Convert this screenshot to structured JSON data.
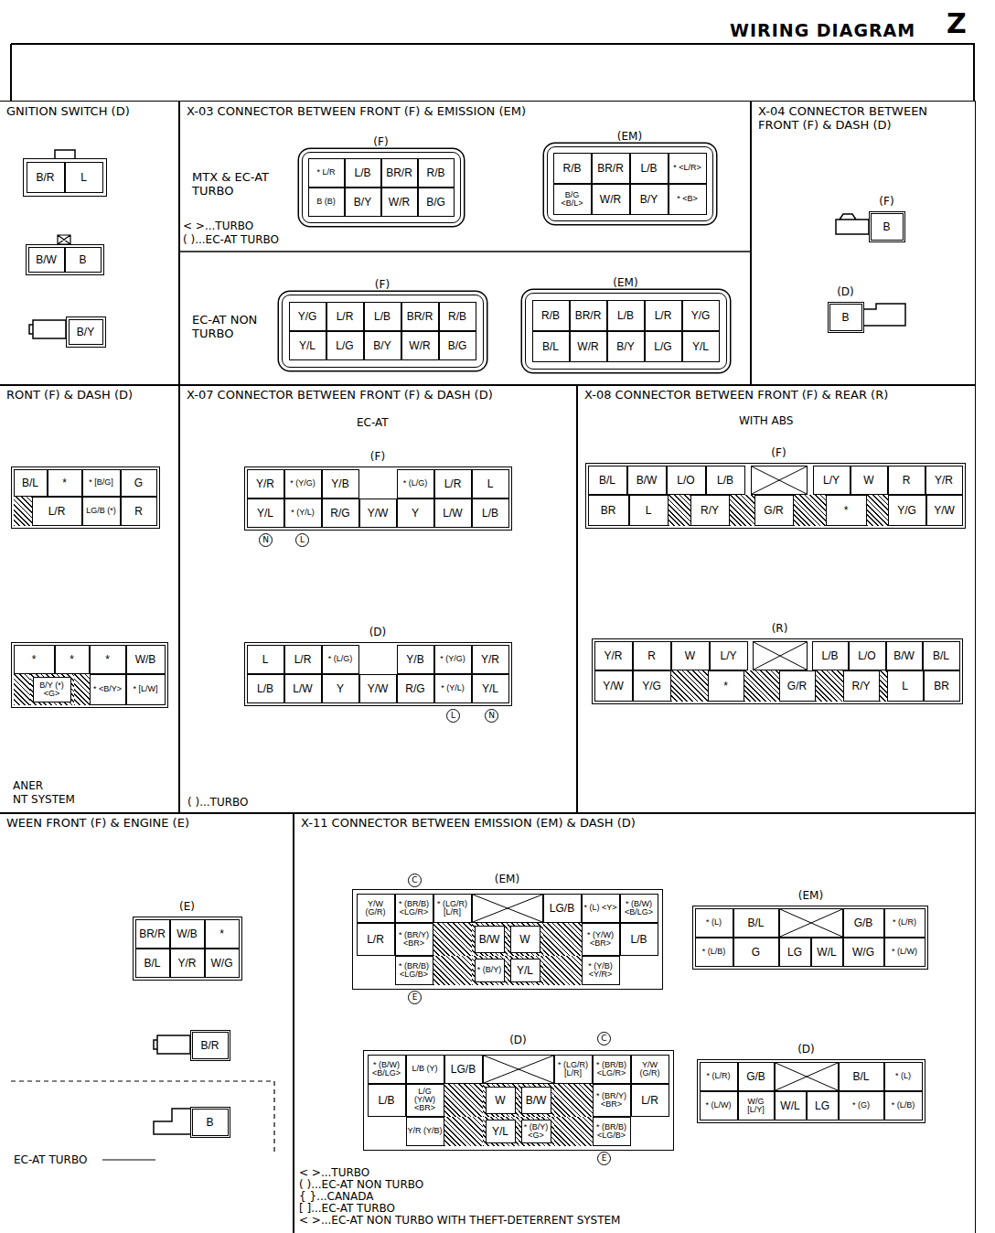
{
  "diagram": {
    "title": "WIRING DIAGRAM",
    "nodes": [
      {
        "text": [
          "GNITION SWITCH (D)"
        ]
      },
      {
        "text": [
          "B/R",
          "L"
        ],
        "in": 0
      },
      {
        "text": [
          "B/W",
          "B"
        ],
        "in": 0
      },
      {
        "text": [
          "B/Y"
        ],
        "in": 0
      },
      {
        "text": [
          "X-03 CONNECTOR BETWEEN FRONT (F) & EMISSION (EM)"
        ]
      },
      {
        "text": [
          "(F)",
          "* L/R",
          "L/B",
          "BR/R",
          "R/B",
          "B (B)",
          "B/Y",
          "W/R",
          "B/G"
        ],
        "in": 4
      },
      {
        "text": [
          "(EM)",
          "R/B",
          "BR/R",
          "L/B",
          "* <L/R>",
          "B/G <B/L>",
          "W/R",
          "B/Y",
          "* <B>"
        ],
        "in": 4
      },
      {
        "text": [
          "(F)",
          "Y/G",
          "L/R",
          "L/B",
          "BR/R",
          "R/B",
          "Y/L",
          "L/G",
          "B/Y",
          "W/R",
          "B/G"
        ],
        "in": 4
      },
      {
        "text": [
          "(EM)",
          "R/B",
          "BR/R",
          "L/B",
          "L/R",
          "Y/G",
          "B/L",
          "W/R",
          "B/Y",
          "L/G",
          "Y/L"
        ],
        "in": 4
      },
      {
        "text": [
          "X-04 CONNECTOR BETWEEN FRONT (F) & DASH (D)"
        ]
      },
      {
        "text": [
          "(F)",
          "B"
        ],
        "in": 9
      },
      {
        "text": [
          "(D)",
          "B"
        ],
        "in": 9
      },
      {
        "text": [
          "RONT (F) & DASH (D)"
        ]
      },
      {
        "text": [
          "B/L",
          "*",
          "* [B/G]",
          "G",
          "L/R",
          "LG/B (*)",
          "R"
        ],
        "in": 12
      },
      {
        "text": [
          "*",
          "*",
          "*",
          "W/B",
          "B/Y (*) <G>",
          "* <B/Y>",
          "* [L/W]"
        ],
        "in": 12
      },
      {
        "text": [
          "X-07 CONNECTOR BETWEEN FRONT (F) & DASH (D)"
        ]
      },
      {
        "text": [
          "(F)",
          "Y/R",
          "* (Y/G)",
          "Y/B",
          "* (L/G)",
          "L/R",
          "L",
          "Y/L",
          "* (Y/L)",
          "R/G",
          "Y/W",
          "Y",
          "L/W",
          "L/B"
        ],
        "in": 15
      },
      {
        "text": [
          "(D)",
          "L",
          "L/R",
          "* (L/G)",
          "Y/B",
          "* (Y/G)",
          "Y/R",
          "L/B",
          "L/W",
          "Y",
          "Y/W",
          "R/G",
          "* (Y/L)",
          "Y/L"
        ],
        "in": 15
      },
      {
        "text": [
          "X-08 CONNECTOR BETWEEN FRONT (F) & REAR (R)"
        ]
      },
      {
        "text": [
          "(F)",
          "B/L",
          "B/W",
          "L/O",
          "L/B",
          "L/Y",
          "W",
          "R",
          "Y/R",
          "BR",
          "L",
          "R/Y",
          "G/R",
          "*",
          "Y/G",
          "Y/W"
        ],
        "in": 18
      },
      {
        "text": [
          "(R)",
          "Y/R",
          "R",
          "W",
          "L/Y",
          "L/B",
          "L/O",
          "B/W",
          "B/L",
          "Y/W",
          "Y/G",
          "*",
          "G/R",
          "R/Y",
          "L",
          "BR"
        ],
        "in": 18
      },
      {
        "text": [
          "WEEN FRONT (F) & ENGINE (E)"
        ]
      },
      {
        "text": [
          "(E)",
          "BR/R",
          "W/B",
          "*",
          "B/L",
          "Y/R",
          "W/G"
        ],
        "in": 21
      },
      {
        "text": [
          "B/R"
        ],
        "in": 21
      },
      {
        "text": [
          "B"
        ],
        "in": 21
      },
      {
        "text": [
          "X-11 CONNECTOR BETWEEN EMISSION (EM) & DASH (D)"
        ]
      },
      {
        "text": [
          "(EM)",
          "Y/W (G/R)",
          "* (BR/B) <LG/R>",
          "* (LG/R) [L/R]",
          "LG/B",
          "* (L) <Y>",
          "* (B/W) <B/LG>",
          "L/R",
          "* (BR/Y) <BR>",
          "B/W",
          "W",
          "* (Y/W) <BR>",
          "L/B",
          "* (BR/B) <LG/B>",
          "* (B/Y)",
          "Y/L",
          "* (Y/B) <Y/R>"
        ],
        "in": 25
      },
      {
        "text": [
          "(EM)",
          "* (L)",
          "B/L",
          "G/B",
          "* (L/R)",
          "* (L/B)",
          "G",
          "LG",
          "W/L",
          "W/G",
          "* (L/W)"
        ],
        "in": 25
      },
      {
        "text": [
          "(D)",
          "* (B/W) <B/LG>",
          "L/B (Y)",
          "LG/B",
          "* (LG/R) [L/R]",
          "* (BR/B) <LG/R>",
          "Y/W (G/R)",
          "L/B",
          "L/G (Y/W) <BR>",
          "W",
          "B/W",
          "* (BR/Y) <BR>",
          "L/R",
          "Y/R (Y/B)",
          "Y/L",
          "* (B/Y) <G>",
          "* (BR/B) <LG/B>"
        ],
        "in": 25
      },
      {
        "text": [
          "(D)",
          "* (L/R)",
          "G/B",
          "B/L",
          "* (L)",
          "* (L/W)",
          "W/G [L/Y]",
          "W/L",
          "LG",
          "* (G)",
          "* (L/B)"
        ],
        "in": 25
      }
    ],
    "labels": [
      "Z",
      "MTX & EC-AT TURBO",
      "< >...TURBO",
      "( )...EC-AT TURBO",
      "EC-AT NON TURBO",
      "ANER",
      "NT SYSTEM",
      "EC-AT",
      "N",
      "L",
      "L",
      "N",
      "( )...TURBO",
      "WITH ABS",
      "EC-AT TURBO",
      "C",
      "E",
      "C",
      "E",
      "< >...TURBO",
      "( )...EC-AT NON TURBO",
      "{ }...CANADA",
      "[ ]...EC-AT TURBO",
      "< >...EC-AT NON TURBO WITH THEFT-DETERRENT SYSTEM"
    ]
  }
}
